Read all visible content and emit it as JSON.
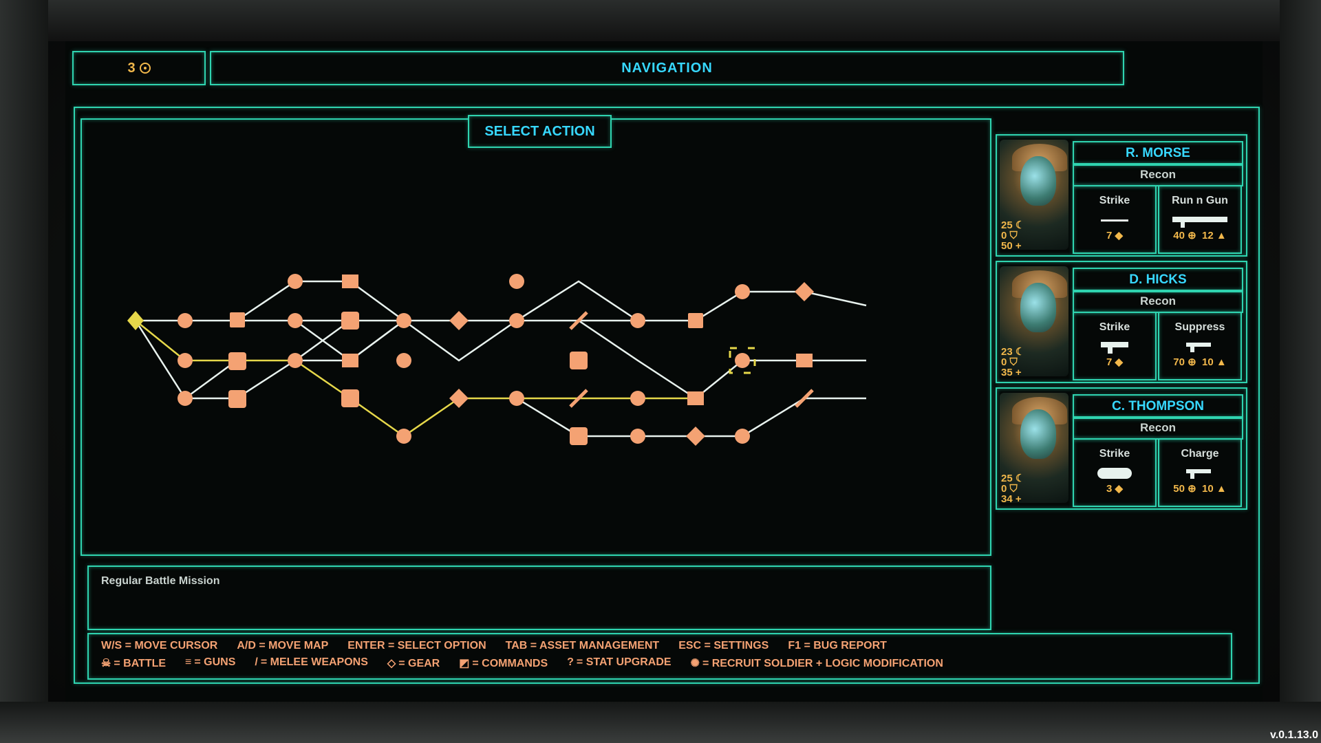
{
  "header": {
    "coins": "3",
    "title": "NAVIGATION"
  },
  "map": {
    "title": "SELECT ACTION"
  },
  "mission": {
    "description": "Regular Battle Mission"
  },
  "soldiers": [
    {
      "name": "R. MORSE",
      "class": "Recon",
      "stats": [
        "25",
        "0",
        "50"
      ],
      "ability1": {
        "name": "Strike",
        "value": "7"
      },
      "ability2": {
        "name": "Run n Gun",
        "value1": "40",
        "value2": "12"
      }
    },
    {
      "name": "D. HICKS",
      "class": "Recon",
      "stats": [
        "23",
        "0",
        "35"
      ],
      "ability1": {
        "name": "Strike",
        "value": "7"
      },
      "ability2": {
        "name": "Suppress",
        "value1": "70",
        "value2": "10"
      }
    },
    {
      "name": "C. THOMPSON",
      "class": "Recon",
      "stats": [
        "25",
        "0",
        "34"
      ],
      "ability1": {
        "name": "Strike",
        "value": "3"
      },
      "ability2": {
        "name": "Charge",
        "value1": "50",
        "value2": "10"
      }
    }
  ],
  "controls": {
    "row1": [
      "W/S = MOVE CURSOR",
      "A/D = MOVE MAP",
      "ENTER = SELECT OPTION",
      "TAB = ASSET MANAGEMENT",
      "ESC = SETTINGS",
      "F1 = BUG REPORT"
    ],
    "row2": [
      "= BATTLE",
      "= GUNS",
      "= MELEE WEAPONS",
      "= GEAR",
      "= COMMANDS",
      "= STAT UPGRADE",
      "= RECRUIT SOLDIER + LOGIC MODIFICATION"
    ]
  },
  "version": "v.0.1.13.0",
  "colors": {
    "teal": "#2fd4b0",
    "cyan": "#37d8ff",
    "orange": "#f4a273",
    "yellow": "#e6d84a",
    "gold": "#f2b84b"
  }
}
